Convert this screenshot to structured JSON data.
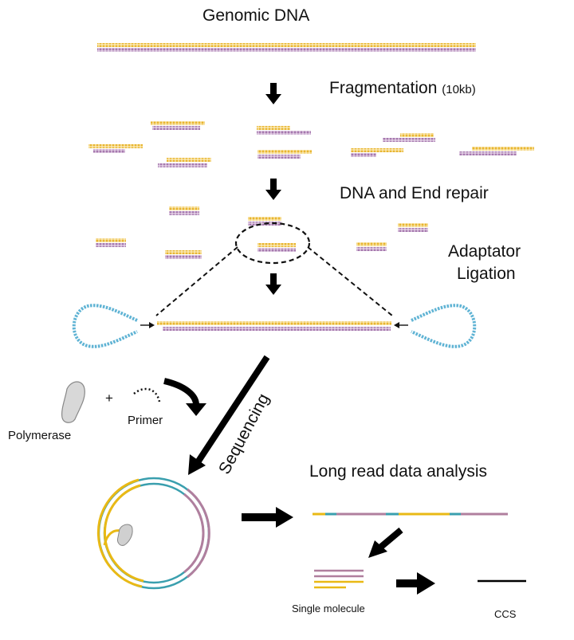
{
  "labels": {
    "genomic_dna": "Genomic DNA",
    "fragmentation": "Fragmentation",
    "fragment_size": "(10kb)",
    "dna_end_repair": "DNA and End repair",
    "adaptator": "Adaptator",
    "ligation": "Ligation",
    "polymerase": "Polymerase",
    "plus": "+",
    "primer": "Primer",
    "sequencing": "Sequencing",
    "long_read": "Long read data analysis",
    "single_molecule": "Single molecule",
    "ccs": "CCS"
  },
  "colors": {
    "strand_top": "#e8b530",
    "strand_bottom": "#a678ae",
    "adapter": "#5fb3d4",
    "read_yellow": "#e9b915",
    "read_purple": "#b07f9e",
    "read_teal": "#3a9fae",
    "arrow": "#000000"
  }
}
